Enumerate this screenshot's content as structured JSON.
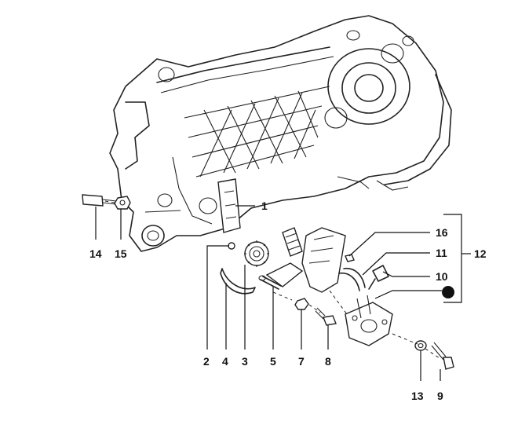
{
  "diagram": {
    "callouts": {
      "c1": "1",
      "c2": "2",
      "c3": "3",
      "c4": "4",
      "c5": "5",
      "c7": "7",
      "c8": "8",
      "c9": "9",
      "c10": "10",
      "c11": "11",
      "c12": "12",
      "c13": "13",
      "c14": "14",
      "c15": "15",
      "c16": "16"
    }
  }
}
